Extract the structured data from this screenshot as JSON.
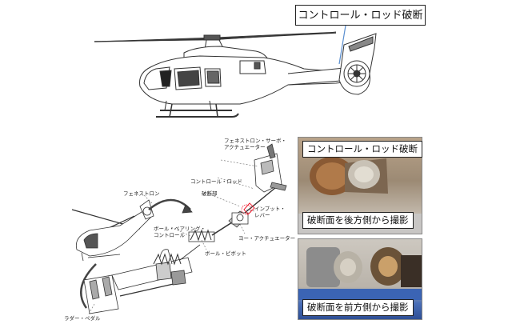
{
  "top_callout": "コントロール・ロッド破断",
  "diagram_labels": {
    "fenestron": "フェネストロン",
    "fenestron_servo": "フェネストロン・サーボ・\nアクチュエーター",
    "control_rod": "コントロール・ロッド",
    "fracture_point": "破断部",
    "input_lever": "インプット・\nレバー",
    "yaw_actuator": "ヨー・アクチュエーター",
    "ball_bearing_control": "ボール・ベアリング・\nコントロール",
    "ball_pivot": "ボール・ピボット",
    "rudder_pedal": "ラダー・ペダル"
  },
  "photos": {
    "top_title": "コントロール・ロッド破断",
    "top_caption": "破断面を後方側から撮影",
    "bottom_caption": "破断面を前方側から撮影"
  }
}
